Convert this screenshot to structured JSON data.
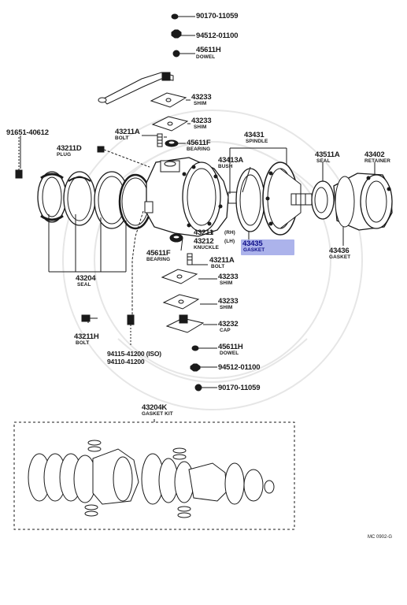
{
  "diagram_title": "",
  "figure_ref": "MC 0902-G",
  "highlight_color": "#9ea6e8",
  "line_color": "#1a1a1a",
  "parts": {
    "p90170_11059_top": {
      "number": "90170-11059",
      "name": ""
    },
    "p94512_01100_top": {
      "number": "94512-01100",
      "name": ""
    },
    "p45611H_top": {
      "number": "45611H",
      "name": "DOWEL"
    },
    "p43233_a": {
      "number": "43233",
      "name": "SHIM"
    },
    "p43233_b": {
      "number": "43233",
      "name": "SHIM"
    },
    "p91651_40612": {
      "number": "91651-40612",
      "name": ""
    },
    "p43211A_top": {
      "number": "43211A",
      "name": "BOLT"
    },
    "p45611F_top": {
      "number": "45611F",
      "name": "BEARING"
    },
    "p43211D": {
      "number": "43211D",
      "name": "PLUG"
    },
    "p43431": {
      "number": "43431",
      "name": "SPINDLE"
    },
    "p43413A": {
      "number": "43413A",
      "name": "BUSH"
    },
    "p43511A": {
      "number": "43511A",
      "name": "SEAL"
    },
    "p43402": {
      "number": "43402",
      "name": "RETAINER"
    },
    "p43211": {
      "number": "43211",
      "name": "(RH)"
    },
    "p43212": {
      "number": "43212",
      "name": "(LH)",
      "sub": "KNUCKLE"
    },
    "p43435": {
      "number": "43435",
      "name": "GASKET"
    },
    "p43436": {
      "number": "43436",
      "name": "GASKET"
    },
    "p45611F_bot": {
      "number": "45611F",
      "name": "BEARING"
    },
    "p43211A_bot": {
      "number": "43211A",
      "name": "BOLT"
    },
    "p43204": {
      "number": "43204",
      "name": "SEAL"
    },
    "p43233_c": {
      "number": "43233",
      "name": "SHIM"
    },
    "p43233_d": {
      "number": "43233",
      "name": "SHIM"
    },
    "p43232": {
      "number": "43232",
      "name": "CAP"
    },
    "p43211H": {
      "number": "43211H",
      "name": "BOLT"
    },
    "p94115": {
      "number": "94115-41200 (ISO)",
      "name": "94110-41200"
    },
    "p45611H_bot": {
      "number": "45611H",
      "name": "DOWEL"
    },
    "p94512_01100_bot": {
      "number": "94512-01100",
      "name": ""
    },
    "p90170_11059_bot": {
      "number": "90170-11059",
      "name": ""
    },
    "p43204K": {
      "number": "43204K",
      "name": "GASKET KIT"
    }
  }
}
